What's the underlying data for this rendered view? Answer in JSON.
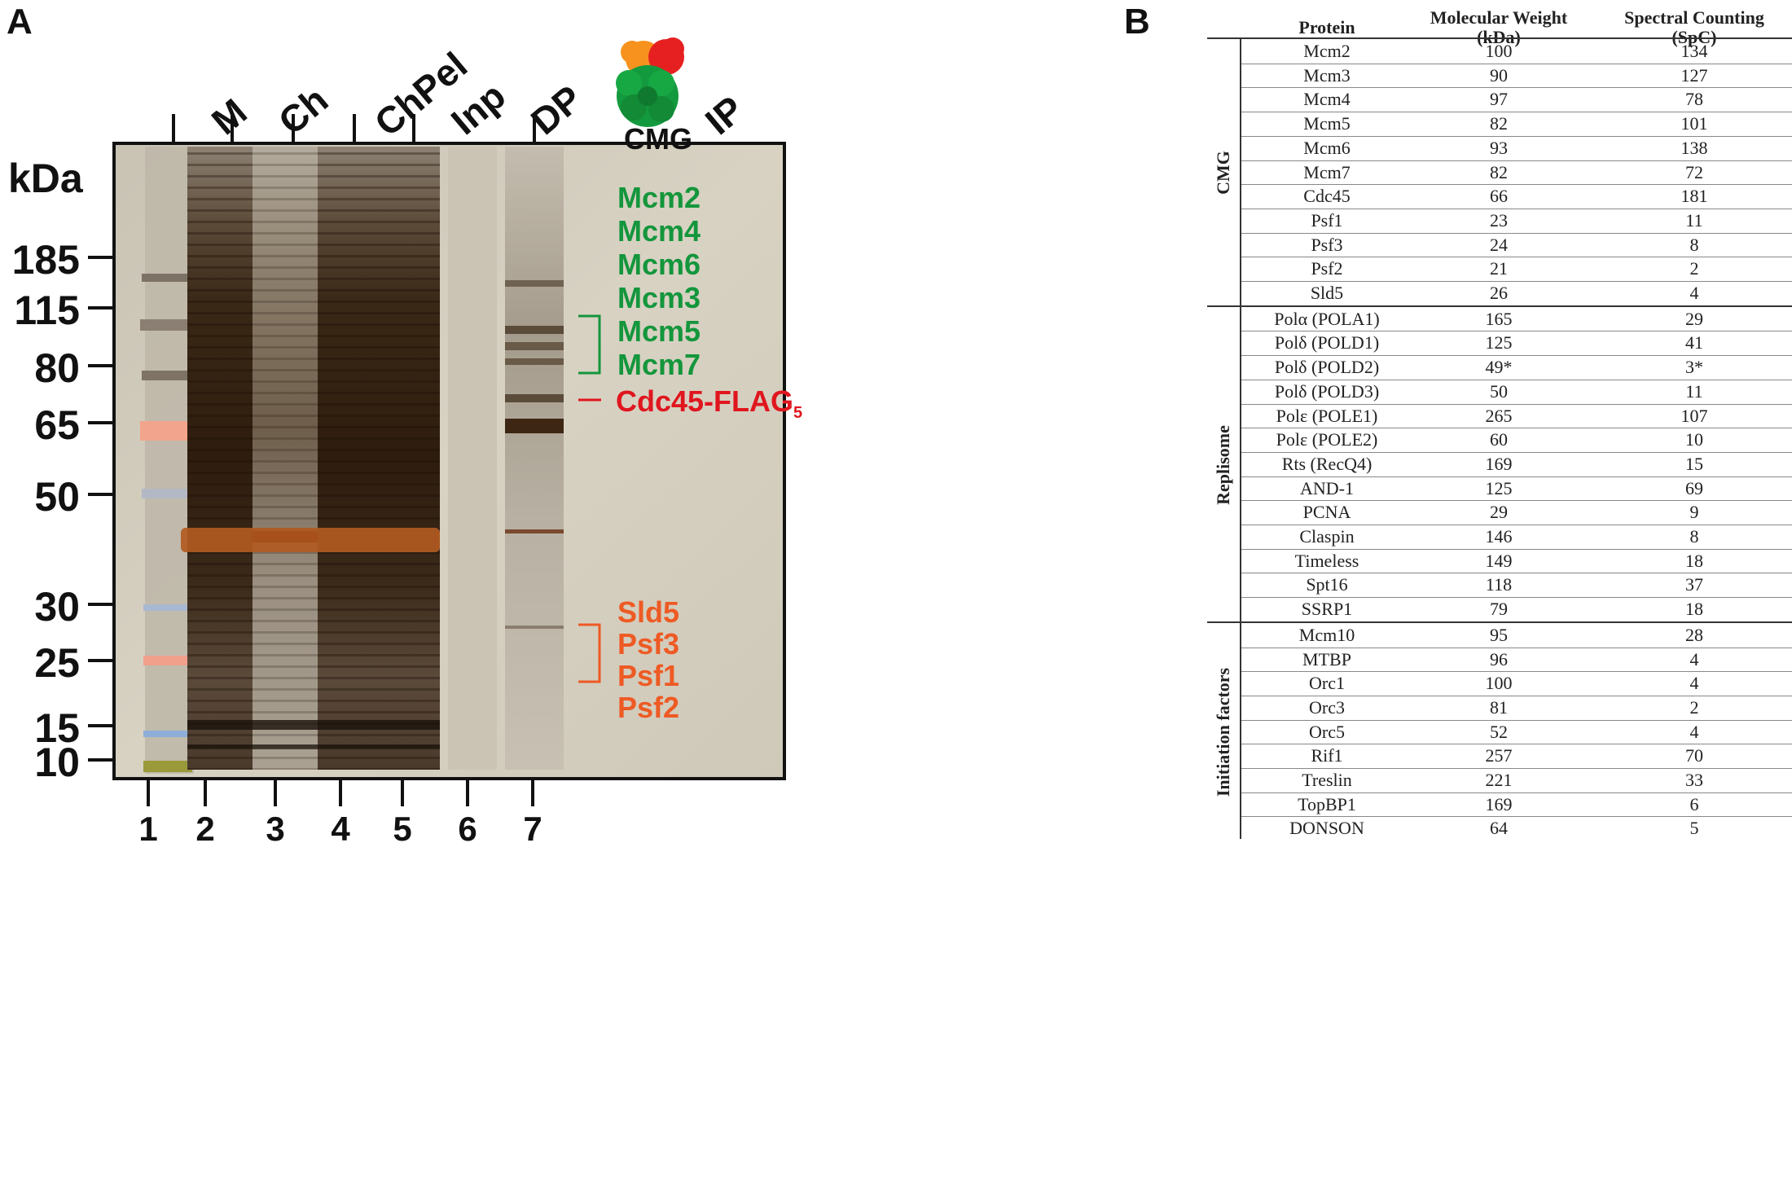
{
  "panel_a": {
    "letter": "A",
    "lanes": [
      "M",
      "Ch",
      "ChPel",
      "Inp",
      "DP",
      "IP"
    ],
    "unit": "kDa",
    "markers": [
      "185",
      "115",
      "80",
      "65",
      "50",
      "30",
      "25",
      "15",
      "10"
    ],
    "lane_numbers": [
      "1",
      "2",
      "3",
      "4",
      "5",
      "6",
      "7"
    ],
    "complex_label": "CMG",
    "green_proteins": [
      "Mcm2",
      "Mcm4",
      "Mcm6",
      "Mcm3",
      "Mcm5",
      "Mcm7"
    ],
    "red_protein": "Cdc45-FLAG",
    "red_protein_sub": "5",
    "orange_proteins": [
      "Sld5",
      "Psf3",
      "Psf1",
      "Psf2"
    ],
    "colors": {
      "green": "#14963c",
      "orange": "#ee5a24",
      "red": "#e0161e"
    }
  },
  "panel_b": {
    "letter": "B",
    "headers": {
      "protein": "Protein",
      "mw_line1": "Molecular Weight",
      "mw_line2": "(kDa)",
      "spc_line1": "Spectral Counting",
      "spc_line2": "(SpC)"
    },
    "groups": [
      {
        "name": "CMG",
        "rows": [
          [
            "Mcm2",
            "100",
            "134"
          ],
          [
            "Mcm3",
            "90",
            "127"
          ],
          [
            "Mcm4",
            "97",
            "78"
          ],
          [
            "Mcm5",
            "82",
            "101"
          ],
          [
            "Mcm6",
            "93",
            "138"
          ],
          [
            "Mcm7",
            "82",
            "72"
          ],
          [
            "Cdc45",
            "66",
            "181"
          ],
          [
            "Psf1",
            "23",
            "11"
          ],
          [
            "Psf3",
            "24",
            "8"
          ],
          [
            "Psf2",
            "21",
            "2"
          ],
          [
            "Sld5",
            "26",
            "4"
          ]
        ]
      },
      {
        "name": "Replisome",
        "rows": [
          [
            "Polα (POLA1)",
            "165",
            "29"
          ],
          [
            "Polδ (POLD1)",
            "125",
            "41"
          ],
          [
            "Polδ (POLD2)",
            "49*",
            "3*"
          ],
          [
            "Polδ (POLD3)",
            "50",
            "11"
          ],
          [
            "Polε (POLE1)",
            "265",
            "107"
          ],
          [
            "Polε (POLE2)",
            "60",
            "10"
          ],
          [
            "Rts (RecQ4)",
            "169",
            "15"
          ],
          [
            "AND-1",
            "125",
            "69"
          ],
          [
            "PCNA",
            "29",
            "9"
          ],
          [
            "Claspin",
            "146",
            "8"
          ],
          [
            "Timeless",
            "149",
            "18"
          ],
          [
            "Spt16",
            "118",
            "37"
          ],
          [
            "SSRP1",
            "79",
            "18"
          ]
        ]
      },
      {
        "name": "Initiation factors",
        "rows": [
          [
            "Mcm10",
            "95",
            "28"
          ],
          [
            "MTBP",
            "96",
            "4"
          ],
          [
            "Orc1",
            "100",
            "4"
          ],
          [
            "Orc3",
            "81",
            "2"
          ],
          [
            "Orc5",
            "52",
            "4"
          ],
          [
            "Rif1",
            "257",
            "70"
          ],
          [
            "Treslin",
            "221",
            "33"
          ],
          [
            "TopBP1",
            "169",
            "6"
          ],
          [
            "DONSON",
            "64",
            "5"
          ]
        ]
      }
    ]
  }
}
